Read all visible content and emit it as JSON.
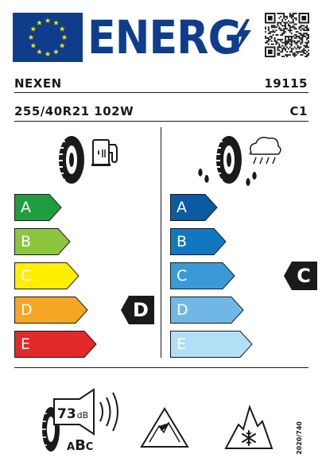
{
  "header": {
    "title": "ENERG"
  },
  "product": {
    "brand": "NEXEN",
    "model_id": "19115",
    "size": "255/40R21 102W",
    "tyre_class": "C1"
  },
  "fuel": {
    "scale": [
      {
        "letter": "A",
        "color": "#1e9e3e"
      },
      {
        "letter": "B",
        "color": "#8cc63f"
      },
      {
        "letter": "C",
        "color": "#ffee00"
      },
      {
        "letter": "D",
        "color": "#f5a623"
      },
      {
        "letter": "E",
        "color": "#e3282a"
      }
    ],
    "rating": "D"
  },
  "wet_grip": {
    "scale": [
      {
        "letter": "A",
        "color": "#0b5aa2"
      },
      {
        "letter": "B",
        "color": "#1277c1"
      },
      {
        "letter": "C",
        "color": "#3a9ad7"
      },
      {
        "letter": "D",
        "color": "#6fb8e6"
      },
      {
        "letter": "E",
        "color": "#b3dff6"
      }
    ],
    "rating": "C"
  },
  "noise": {
    "value": "73",
    "unit": "dB",
    "class_a": "A",
    "class_b": "B",
    "class_c": "C"
  },
  "regulation": "2020/740",
  "colors": {
    "eu_blue": "#0f3d8c",
    "star": "#ffdd00"
  },
  "icons": [
    "eu-flag-icon",
    "tyre-icon",
    "fuel-pump-icon",
    "rain-cloud-icon",
    "speaker-icon",
    "mountain-icon",
    "snowflake-mountain-icon",
    "qr-code-icon"
  ]
}
